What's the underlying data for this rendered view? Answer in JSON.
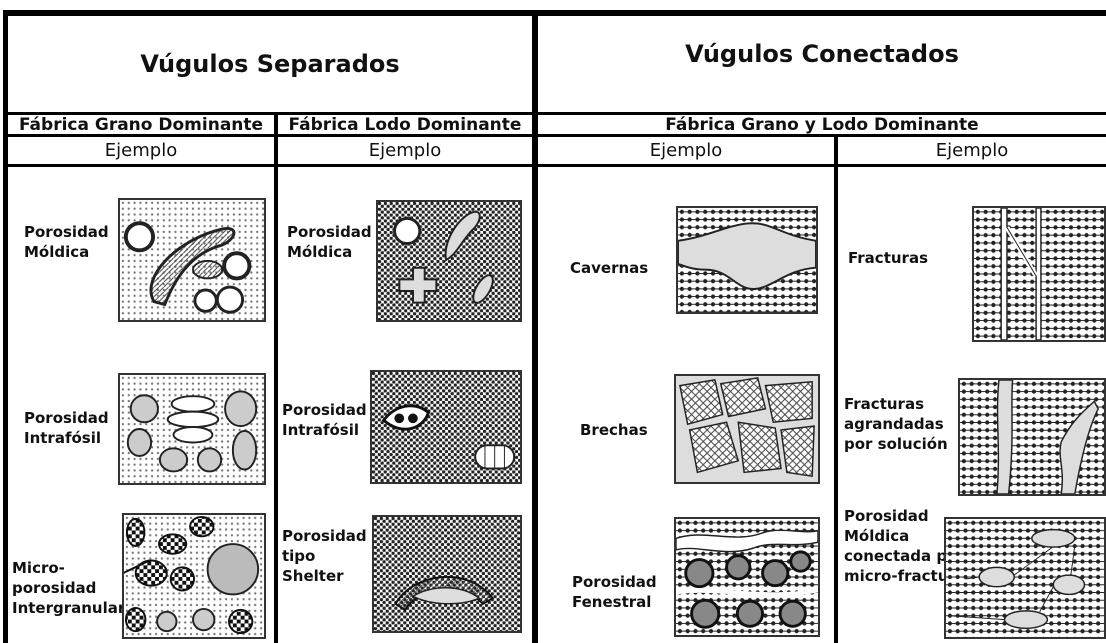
{
  "headers": {
    "separated": "Vúgulos Separados",
    "connected": "Vúgulos Conectados",
    "grain_fabric": "Fábrica Grano Dominante",
    "mud_fabric": "Fábrica Lodo Dominante",
    "grain_mud_fabric": "Fábrica Grano y Lodo Dominante",
    "example": "Ejemplo"
  },
  "col1": {
    "item1": [
      "Porosidad",
      "Móldica"
    ],
    "item2": [
      "Porosidad",
      "Intrafósil"
    ],
    "item3": [
      "Micro-",
      "porosidad",
      "Intergranular"
    ]
  },
  "col2": {
    "item1": [
      "Porosidad",
      "Móldica"
    ],
    "item2": [
      "Porosidad",
      "Intrafósil"
    ],
    "item3": [
      "Porosidad",
      "tipo",
      "Shelter"
    ]
  },
  "col3": {
    "item1": [
      "Cavernas"
    ],
    "item2": [
      "Brechas"
    ],
    "item3": [
      "Porosidad",
      "Fenestral"
    ]
  },
  "col4": {
    "item1": [
      "Fracturas"
    ],
    "item2": [
      "Fracturas",
      "agrandadas",
      "por solución"
    ],
    "item3": [
      "Porosidad",
      "Móldica",
      "conectada por",
      "micro-fracturas"
    ]
  }
}
